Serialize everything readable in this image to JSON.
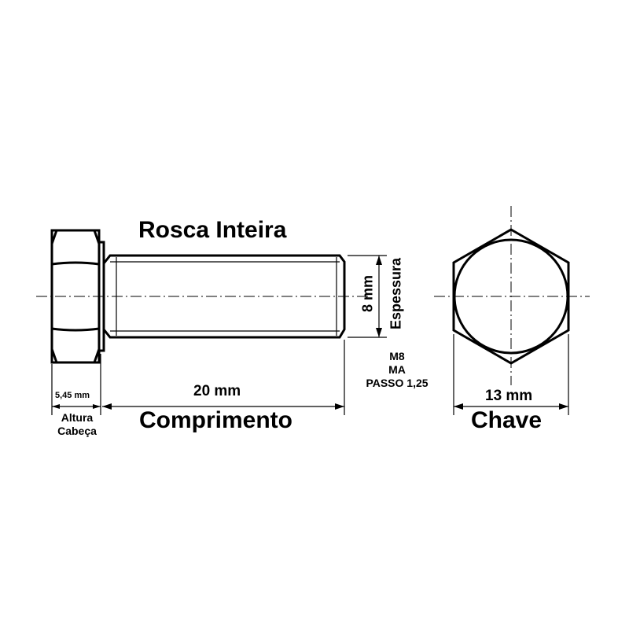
{
  "title": "Rosca Inteira",
  "dimensions": {
    "length": "20 mm",
    "length_label": "Comprimento",
    "head_height": "5,45 mm",
    "head_height_label_1": "Altura",
    "head_height_label_2": "Cabeça",
    "thickness": "8 mm",
    "thickness_label": "Espessura",
    "wrench": "13 mm",
    "wrench_label": "Chave"
  },
  "spec": {
    "thread": "M8",
    "type": "MA",
    "pitch": "PASSO 1,25"
  }
}
